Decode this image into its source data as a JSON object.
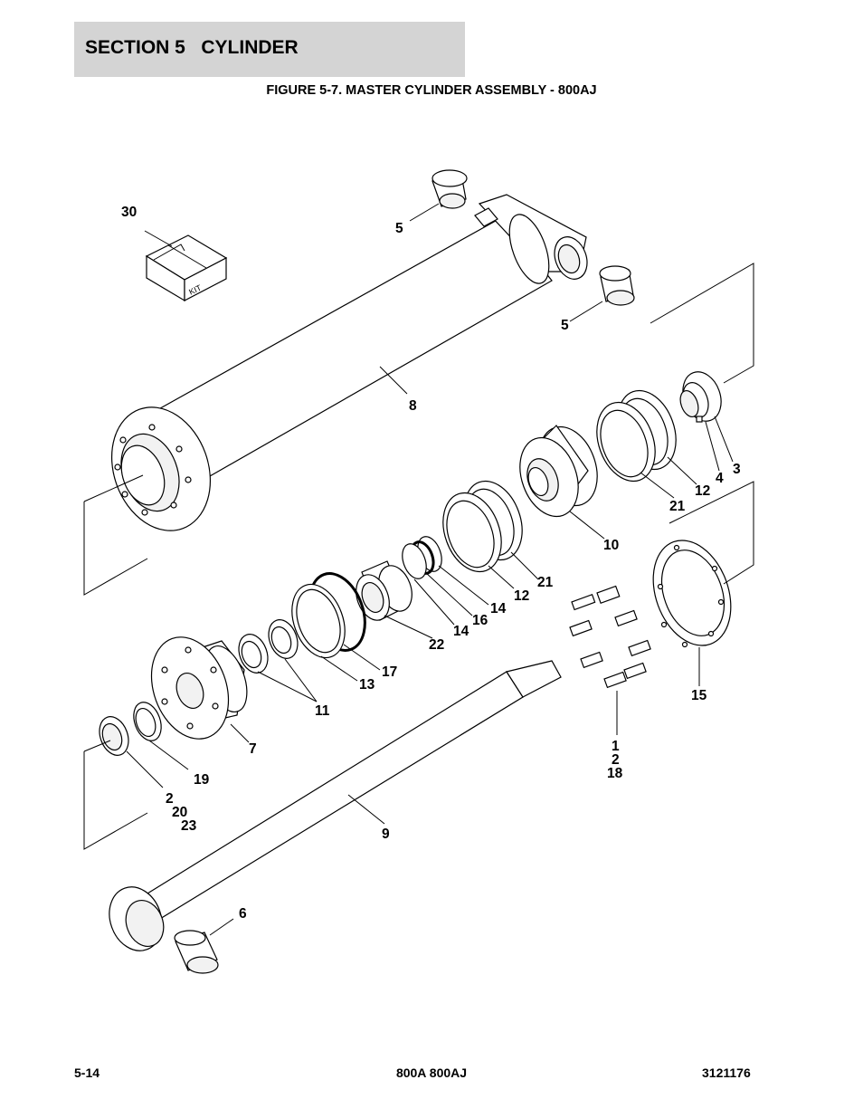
{
  "header": {
    "section_title": "SECTION 5   CYLINDER",
    "figure_title": "FIGURE 5-7. MASTER CYLINDER ASSEMBLY - 800AJ"
  },
  "diagram": {
    "callouts": {
      "c30": "30",
      "c5a": "5",
      "c5b": "5",
      "c8": "8",
      "c3": "3",
      "c4": "4",
      "c12a": "12",
      "c21a": "21",
      "c10": "10",
      "c21b": "21",
      "c12b": "12",
      "c14a": "14",
      "c16": "16",
      "c14b": "14",
      "c22": "22",
      "c17": "17",
      "c13": "13",
      "c11": "11",
      "c15": "15",
      "c7": "7",
      "c1": "1",
      "c2a": "2",
      "c18": "18",
      "c19": "19",
      "c2b": "2",
      "c20": "20",
      "c23": "23",
      "c9": "9",
      "c6": "6"
    },
    "kit_box_text": "KIT"
  },
  "footer": {
    "page_number": "5-14",
    "models": "800A 800AJ",
    "doc_number": "3121176"
  }
}
